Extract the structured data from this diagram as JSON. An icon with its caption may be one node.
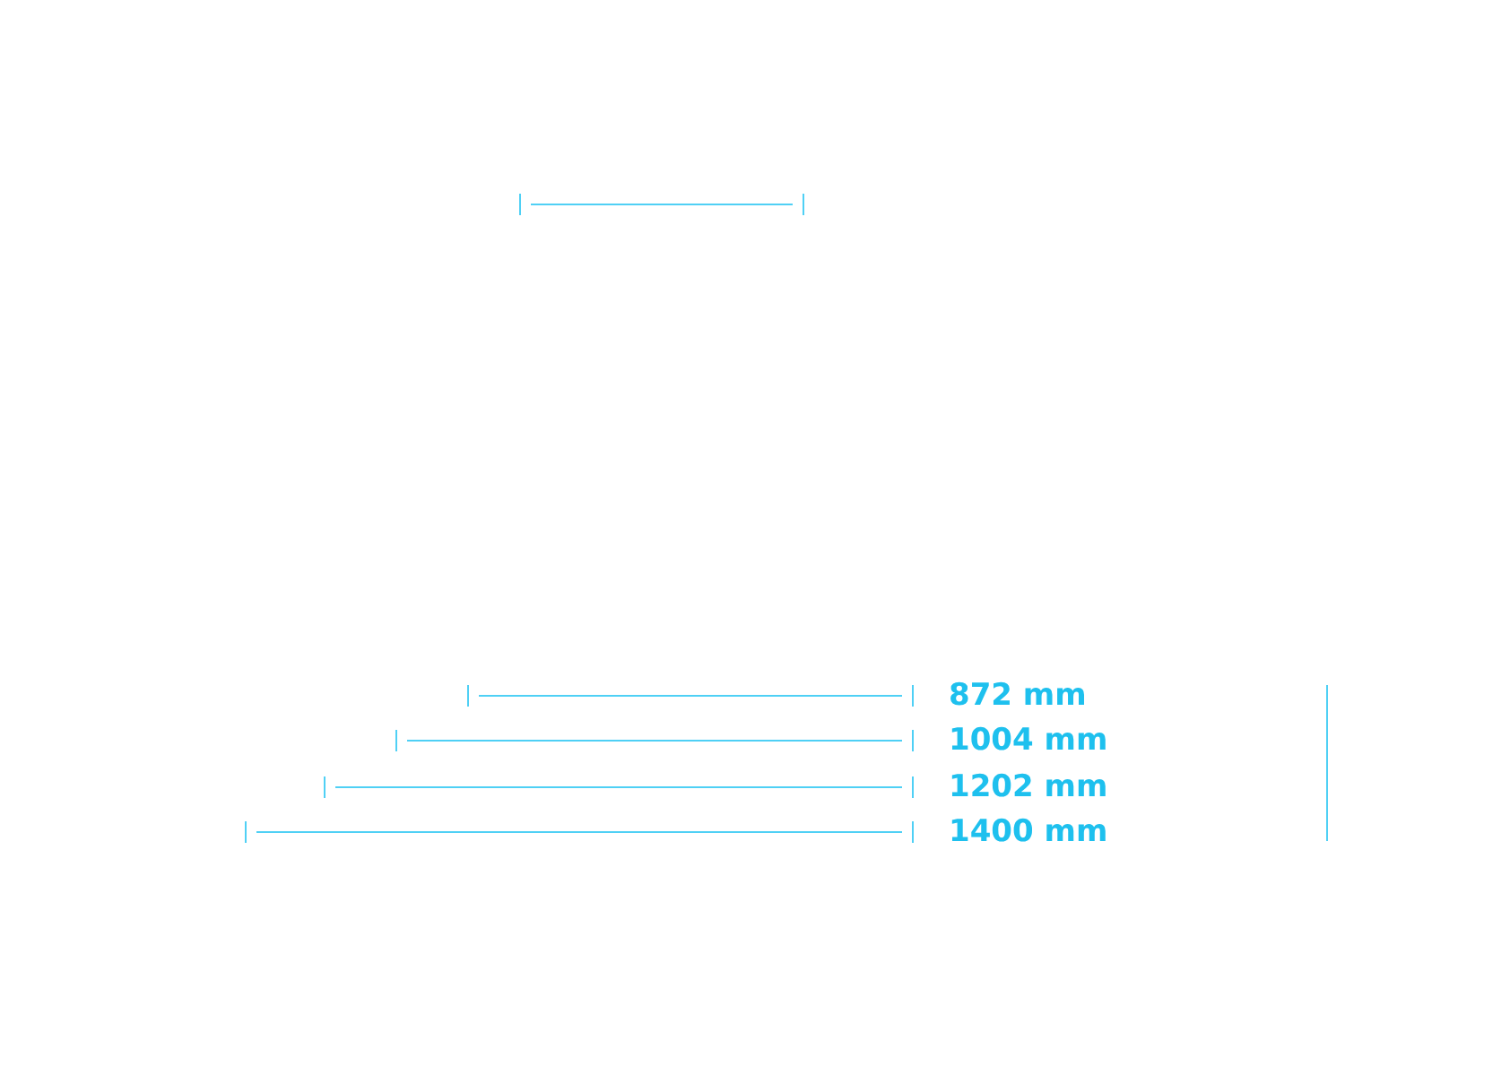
{
  "diagram": {
    "labels": [
      "872 mm",
      "1004 mm",
      "1202 mm",
      "1400 mm"
    ]
  }
}
